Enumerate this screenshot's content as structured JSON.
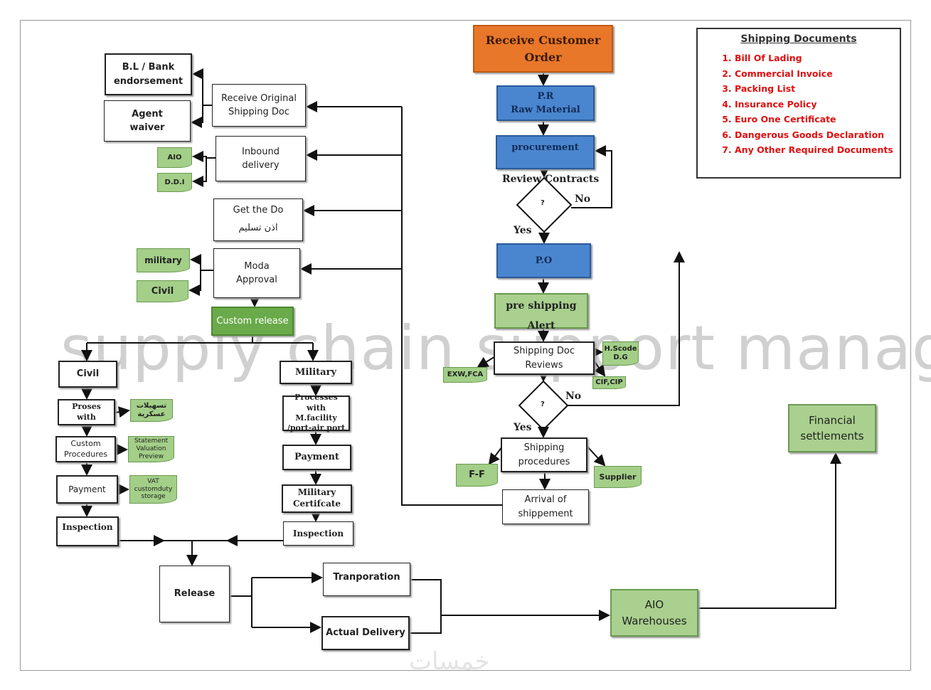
{
  "watermark": "supply chain support management",
  "watermark_bottom": "خمسات",
  "shipping_documents": {
    "title": "Shipping Documents",
    "items": [
      "Bill Of Lading",
      "Commercial Invoice",
      "Packing List",
      "Insurance Policy",
      "Euro One Certificate",
      "Dangerous Goods Declaration",
      "Any Other Required Documents"
    ]
  },
  "right_flow": {
    "receive_order": "Receive Customer\nOrder",
    "pr": "P.R\nRaw Material",
    "procurement": "procurement",
    "review_contracts": "Review Contracts",
    "decision1": "?",
    "yes1": "Yes",
    "no1": "No",
    "po": "P.O",
    "pre_shipping": "pre shipping\nAlert",
    "doc_reviews": "Shipping Doc\nReviews",
    "exw": "EXW,FCA",
    "hscode": "H.Scode\nD.G",
    "cif": "CIF,CIP",
    "decision2": "?",
    "yes2": "Yes",
    "no2": "No",
    "shipping_procedures": "Shipping\nprocedures",
    "ff": "F-F",
    "supplier": "Supplier",
    "arrival": "Arrival of\nshippement"
  },
  "left_flow": {
    "bl": "B.L  / Bank\nendorsement",
    "agent": "Agent\nwaiver",
    "receive_original": "Receive Original\nShipping Doc",
    "inbound": "Inbound\ndelivery",
    "aio": "AIO",
    "ddi": "D.D.I",
    "get_do": "Get the Do",
    "get_do_ar": "اذن تسليم",
    "moda": "Moda\nApproval",
    "military_note": "military",
    "civil_note": "Civil",
    "custom_release": "Custom release"
  },
  "civil": {
    "title": "Civil",
    "proses": "Proses\nwith",
    "proses_note": "تسهيلات\nعسكرية",
    "custom": "Custom\nProcedures",
    "custom_note": "Statement\nValuation\nPreview",
    "payment": "Payment",
    "payment_note": "VAT\ncustomduty\nstorage",
    "inspection": "Inspection"
  },
  "military": {
    "title": "Military",
    "processes": "Processes with\nM.facility\n/port-air port",
    "payment": "Payment",
    "certificate": "Military\nCertifcate",
    "inspection": "Inspection"
  },
  "bottom": {
    "release": "Release",
    "transportation": "Tranporation",
    "actual_delivery": "Actual Delivery",
    "aio_warehouses": "AIO\nWarehouses",
    "financial": "Financial\nsettlements"
  },
  "colors": {
    "orange": "#e8772a",
    "blue": "#4a86cf",
    "green": "#a9d08e",
    "dark_green": "#6aaa4a",
    "red": "#e01010"
  }
}
